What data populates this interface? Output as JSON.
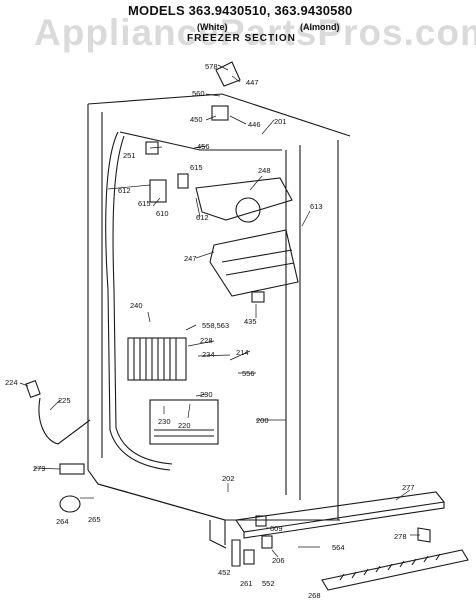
{
  "header": {
    "title": "MODELS 363.9430510, 363.9430580",
    "variant_white": "(White)",
    "variant_almond": "(Almond)",
    "section": "FREEZER SECTION"
  },
  "watermark": "AppliancePartsPros.com",
  "parts": {
    "p578": "578",
    "p447": "447",
    "p560": "560",
    "p201": "201",
    "p450": "450",
    "p446": "446",
    "p456": "456",
    "p251": "251",
    "p612a": "612",
    "p615a": "615",
    "p615b": "615",
    "p248": "248",
    "p610": "610",
    "p612b": "612",
    "p613": "613",
    "p247": "247",
    "p240": "240",
    "p435": "435",
    "p558": "558,563",
    "p228": "228",
    "p234": "234",
    "p214": "214",
    "p556": "556",
    "p224": "224",
    "p225": "225",
    "p230a": "230",
    "p230b": "230",
    "p220": "220",
    "p200": "200",
    "p279": "279",
    "p202": "202",
    "p277": "277",
    "p264": "264",
    "p265": "265",
    "p609": "609",
    "p278": "278",
    "p206": "206",
    "p564": "564",
    "p452": "452",
    "p261": "261",
    "p552": "552",
    "p268": "268"
  },
  "colors": {
    "line": "#1a1a1a",
    "watermark": "#969696"
  }
}
